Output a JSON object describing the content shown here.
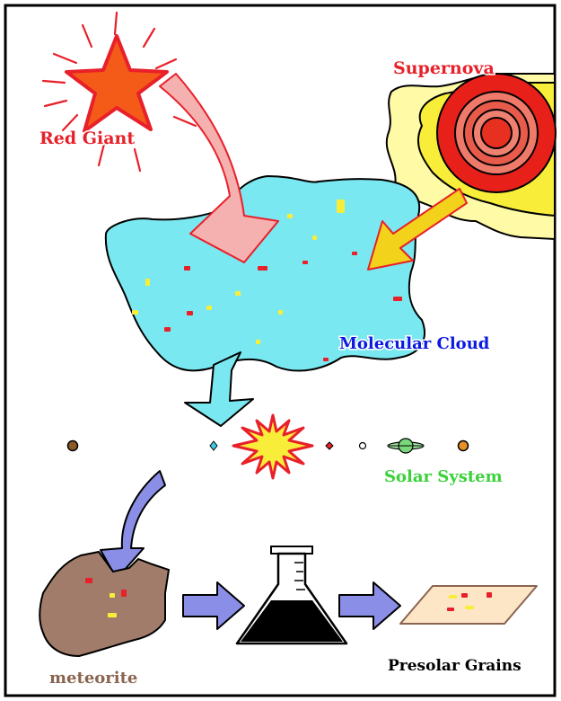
{
  "labels": {
    "red_giant": "Red Giant",
    "supernova": "Supernova",
    "molecular_cloud": "Molecular Cloud",
    "solar_system": "Solar System",
    "meteorite": "meteorite",
    "presolar_grains": "Presolar Grains"
  },
  "colors": {
    "red_giant_label": "#e8202a",
    "supernova_label": "#e8202a",
    "molecular_cloud_label": "#0a1ae0",
    "solar_system_label": "#3ad23a",
    "meteorite_label": "#8a6450",
    "presolar_grains_label": "#000000",
    "cloud_fill": "#7ae8f0",
    "meteorite_fill": "#a27c6a",
    "arrow_blue": "#8a8ee6",
    "arrow_pink": "#f5b0b0",
    "arrow_yellow": "#f2d21a"
  }
}
